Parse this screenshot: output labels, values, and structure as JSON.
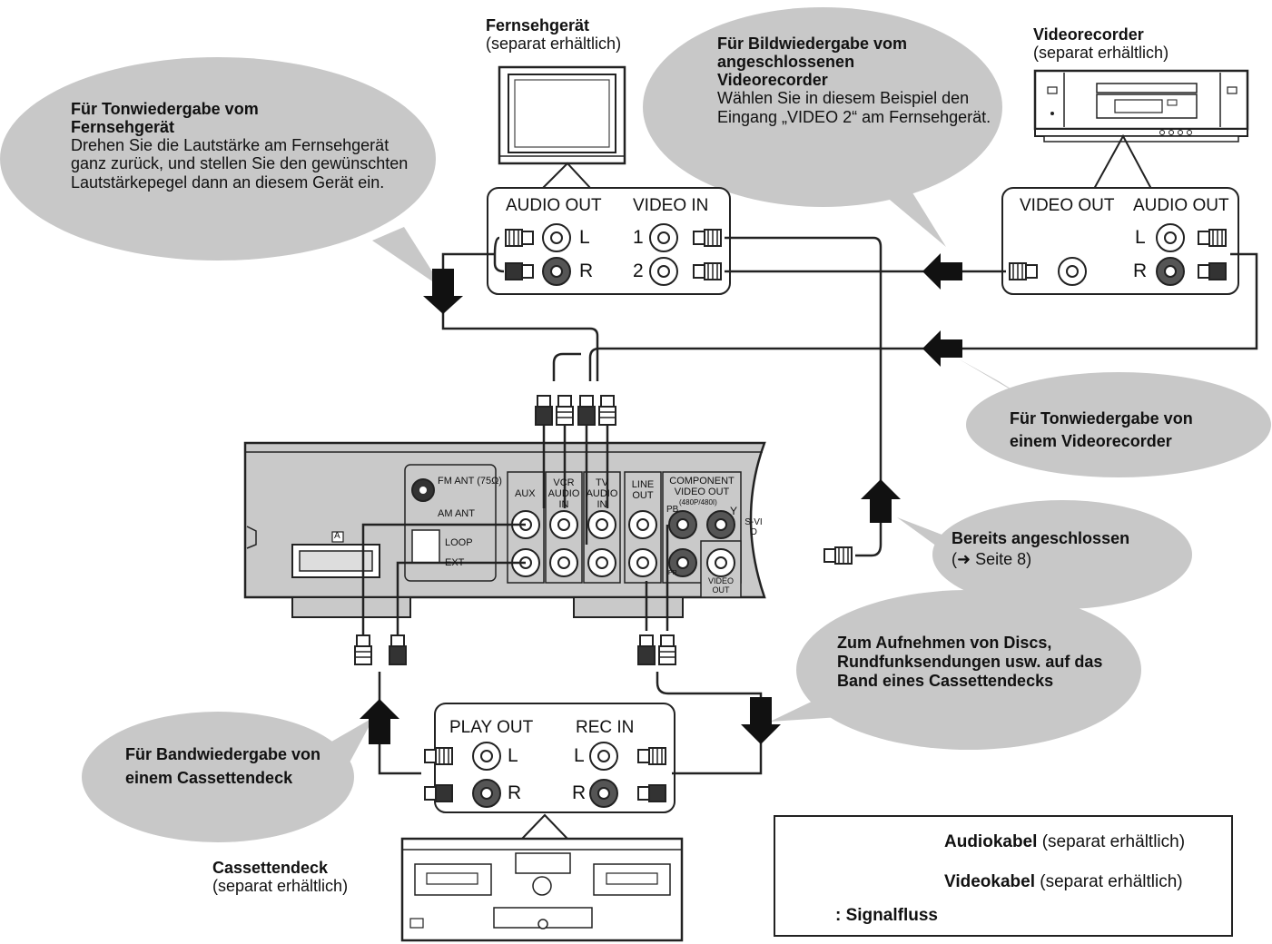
{
  "devices": {
    "tv": {
      "name": "Fernsehgerät",
      "note": "(separat erhältlich)"
    },
    "vcr": {
      "name": "Videorecorder",
      "note": "(separat erhältlich)"
    },
    "deck": {
      "name": "Cassettendeck",
      "note": "(separat erhältlich)"
    }
  },
  "bubbles": {
    "tv_audio": {
      "title": "Für Tonwiedergabe vom Fernsehgerät",
      "body": "Drehen Sie die Lautstärke am Fernsehgerät ganz zurück, und stellen Sie den gewünschten Lautstärkepegel dann an diesem Gerät ein."
    },
    "vcr_picture": {
      "title": "Für Bildwiedergabe vom angeschlossenen Videorecorder",
      "body": "Wählen Sie in diesem Beispiel den Eingang „VIDEO 2“ am Fernsehgerät."
    },
    "vcr_audio": {
      "title": "Für Tonwiedergabe von einem Videorecorder"
    },
    "connected": {
      "title": "Bereits angeschlossen",
      "body": "(➜ Seite 8)"
    },
    "recording": {
      "title": "Zum Aufnehmen von Discs, Rundfunksendungen usw. auf das Band eines Cassettendecks"
    },
    "tape_play": {
      "title": "Für Bandwiedergabe von einem Cassettendeck"
    }
  },
  "tv_panel": {
    "audio_out": "AUDIO OUT",
    "video_in": "VIDEO IN",
    "L": "L",
    "R": "R",
    "in1": "1",
    "in2": "2"
  },
  "vcr_panel": {
    "video_out": "VIDEO OUT",
    "audio_out": "AUDIO OUT",
    "L": "L",
    "R": "R"
  },
  "deck_panel": {
    "play_out": "PLAY OUT",
    "rec_in": "REC IN",
    "L": "L",
    "R": "R"
  },
  "unit": {
    "fm_ant": "FM ANT (75Ω)",
    "am_ant": "AM ANT",
    "loop": "LOOP",
    "ext": "EXT",
    "marker": "A",
    "aux": "AUX",
    "vcr_audio": "VCR AUDIO IN",
    "tv_audio": "TV AUDIO IN",
    "line_out": "LINE OUT",
    "component": "COMPONENT VIDEO OUT",
    "component_sub": "(480P/480I)",
    "pb": "PB",
    "y": "Y",
    "pr": "PR",
    "video_out": "VIDEO OUT",
    "svideo": "S-VI O"
  },
  "legend": {
    "audio_bold": "Audiokabel",
    "audio_note": "(separat erhältlich)",
    "video_bold": "Videokabel",
    "video_note": "(separat erhältlich)",
    "signal": ": Signalfluss"
  }
}
